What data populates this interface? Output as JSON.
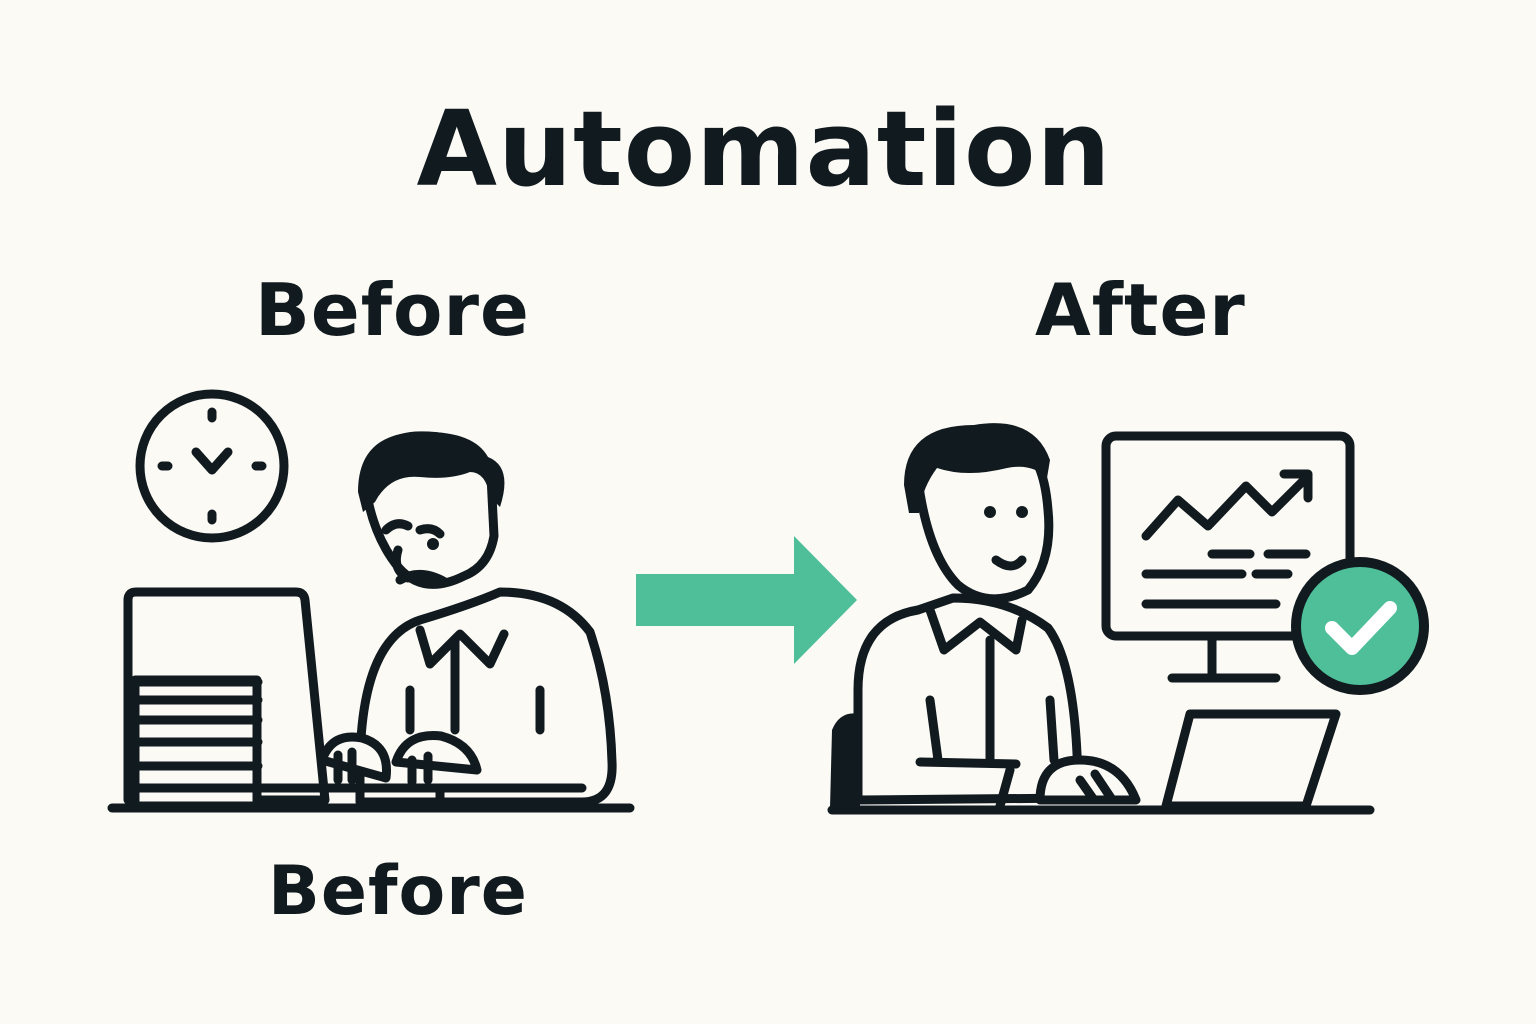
{
  "title": "Automation",
  "before_heading": "Before",
  "after_heading": "After",
  "before_caption": "Before",
  "colors": {
    "accent": "#4fbf9a",
    "ink": "#111a1f",
    "background": "#fbfaf5"
  },
  "icons": [
    "clock-icon",
    "arrow-right-icon",
    "check-circle-icon",
    "trend-chart-icon"
  ]
}
